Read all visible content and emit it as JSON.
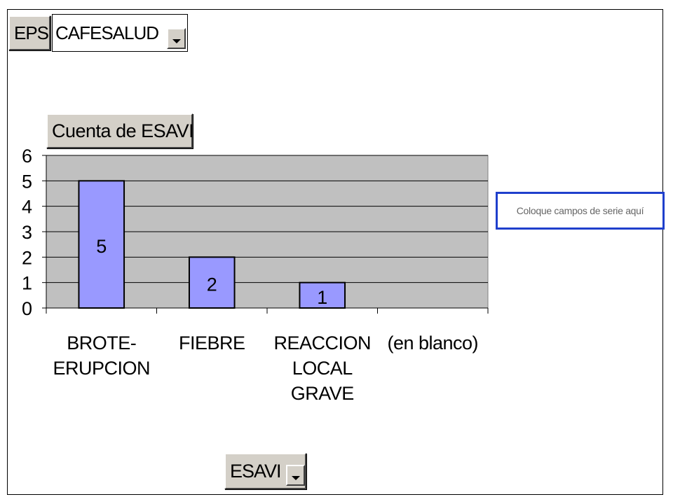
{
  "page_field": {
    "label": "EPS",
    "selected_value": "CAFESALUD"
  },
  "data_field_label": "Cuenta de ESAVI",
  "series_drop_text": "Coloque campos de serie aquí",
  "category_field": {
    "label": "ESAVI"
  },
  "colors": {
    "plot_bg": "#c0c0c0",
    "bar_fill": "#9999ff",
    "bar_stroke": "#000000",
    "series_border": "#1f3fcc"
  },
  "chart_data": {
    "type": "bar",
    "title": "",
    "xlabel": "",
    "ylabel": "",
    "categories": [
      [
        "BROTE-",
        "ERUPCION"
      ],
      [
        "FIEBRE"
      ],
      [
        "REACCION",
        "LOCAL",
        "GRAVE"
      ],
      [
        "(en blanco)"
      ]
    ],
    "values": [
      5,
      2,
      1,
      null
    ],
    "data_labels": [
      "5",
      "2",
      "1",
      ""
    ],
    "ylim": [
      0,
      6
    ],
    "yticks": [
      0,
      1,
      2,
      3,
      4,
      5,
      6
    ],
    "grid": true
  }
}
